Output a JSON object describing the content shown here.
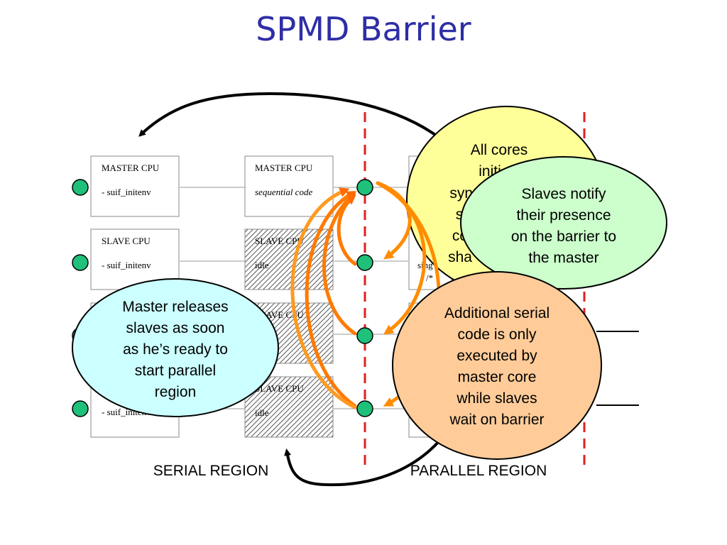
{
  "title": "SPMD Barrier",
  "boxes": {
    "col1": [
      {
        "title": "MASTER CPU",
        "line": "- suif_initenv"
      },
      {
        "title": "SLAVE CPU",
        "line": "- suif_initenv"
      },
      {
        "title": "",
        "line": ""
      },
      {
        "title": "",
        "line": "- suif_initenv"
      }
    ],
    "col2": [
      {
        "title": "MASTER CPU",
        "line": "sequential code"
      },
      {
        "title": "SLAVE CPU",
        "line": "idle"
      },
      {
        "title": "SLAVE CPU",
        "line": ""
      },
      {
        "title": "SLAVE CPU",
        "line": "idle"
      }
    ],
    "col3_fragments": {
      "row2a": "sing",
      "row2b": "/*"
    }
  },
  "regions": {
    "serial": "SERIAL REGION",
    "parallel": "PARALLEL REGION"
  },
  "bubbles": {
    "all_cores": [
      "All cores",
      "initi",
      "sync",
      "s",
      "co",
      "sha"
    ],
    "slaves_notify": [
      "Slaves notify",
      "their presence",
      "on the barrier to",
      "the master"
    ],
    "master_releases": [
      "Master releases",
      "slaves as soon",
      "as he’s ready to",
      "start parallel",
      "region"
    ],
    "additional_serial": [
      "Additional serial",
      "code is only",
      "executed by",
      "master core",
      "while slaves",
      "wait on barrier"
    ]
  },
  "colors": {
    "title": "#2e2ea6",
    "barrier_line": "#e02020",
    "arrow_orange": "#ff8c00",
    "node_green": "#1fc07a",
    "bubble_yellow": "#ffff99",
    "bubble_green": "#ccffcc",
    "bubble_cyan": "#ccffff",
    "bubble_peach": "#ffcc99"
  }
}
